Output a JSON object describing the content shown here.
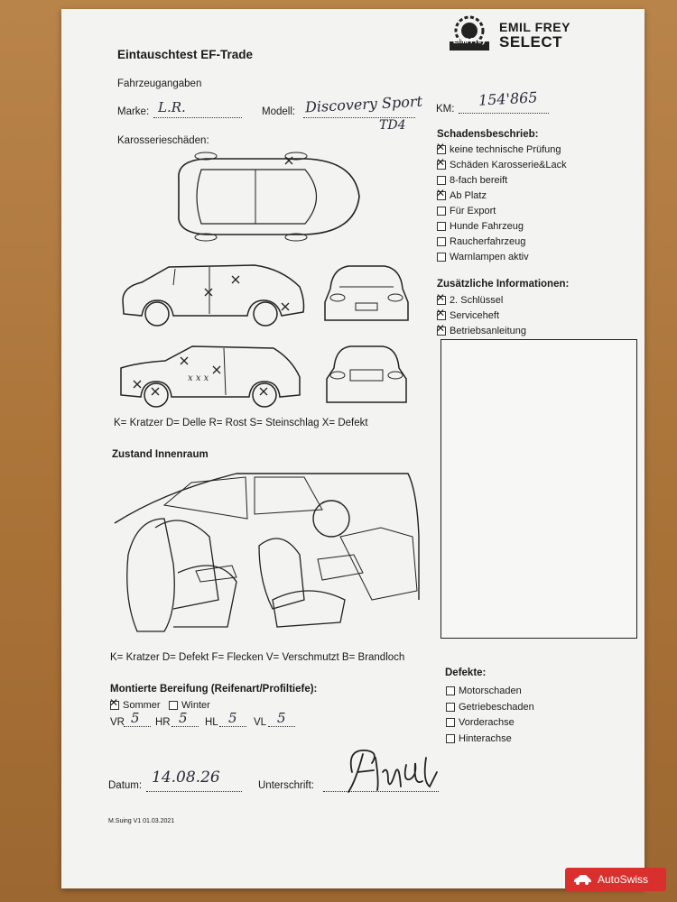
{
  "header": {
    "title": "Eintauschtest EF-Trade",
    "brand_line1": "EMIL FREY",
    "brand_line2": "SELECT",
    "logo_text": "Emil Frey"
  },
  "vehicle": {
    "section": "Fahrzeugangaben",
    "marke_label": "Marke:",
    "marke_value": "L.R.",
    "modell_label": "Modell:",
    "modell_value": "Discovery Sport",
    "modell_value2": "TD4",
    "km_label": "KM:",
    "km_value": "154'865"
  },
  "body_damage": {
    "section": "Karosserieschäden:",
    "legend": "K= Kratzer D= Delle R= Rost S= Steinschlag X= Defekt",
    "marks_side": "x x x"
  },
  "damage_description": {
    "section": "Schadensbeschrieb:",
    "items": [
      {
        "label": "keine technische Prüfung",
        "checked": true
      },
      {
        "label": "Schäden Karosserie&Lack",
        "checked": true
      },
      {
        "label": "8-fach bereift",
        "checked": false
      },
      {
        "label": "Ab Platz",
        "checked": true
      },
      {
        "label": "Für Export",
        "checked": false
      },
      {
        "label": "Hunde Fahrzeug",
        "checked": false
      },
      {
        "label": "Raucherfahrzeug",
        "checked": false
      },
      {
        "label": "Warnlampen aktiv",
        "checked": false
      }
    ]
  },
  "additional_info": {
    "section": "Zusätzliche Informationen:",
    "items": [
      {
        "label": "2. Schlüssel",
        "checked": true
      },
      {
        "label": "Serviceheft",
        "checked": true
      },
      {
        "label": "Betriebsanleitung",
        "checked": true
      }
    ]
  },
  "interior": {
    "section": "Zustand Innenraum",
    "legend": "K= Kratzer D= Defekt F= Flecken V= Verschmutzt B= Brandloch"
  },
  "tires": {
    "section": "Montierte Bereifung (Reifenart/Profiltiefe):",
    "sommer_label": "Sommer",
    "sommer_checked": true,
    "winter_label": "Winter",
    "winter_checked": false,
    "vr_label": "VR",
    "vr_value": "5",
    "hr_label": "HR",
    "hr_value": "5",
    "hl_label": "HL",
    "hl_value": "5",
    "vl_label": "VL",
    "vl_value": "5"
  },
  "defects": {
    "section": "Defekte:",
    "items": [
      {
        "label": "Motorschaden",
        "checked": false
      },
      {
        "label": "Getriebeschaden",
        "checked": false
      },
      {
        "label": "Vorderachse",
        "checked": false
      },
      {
        "label": "Hinterachse",
        "checked": false
      }
    ]
  },
  "footer": {
    "datum_label": "Datum:",
    "datum_value": "14.08.26",
    "unterschrift_label": "Unterschrift:",
    "version": "M.Suing V1 01.03.2021"
  },
  "watermark": {
    "text": "AutoSwiss",
    "color": "#d9302e"
  }
}
